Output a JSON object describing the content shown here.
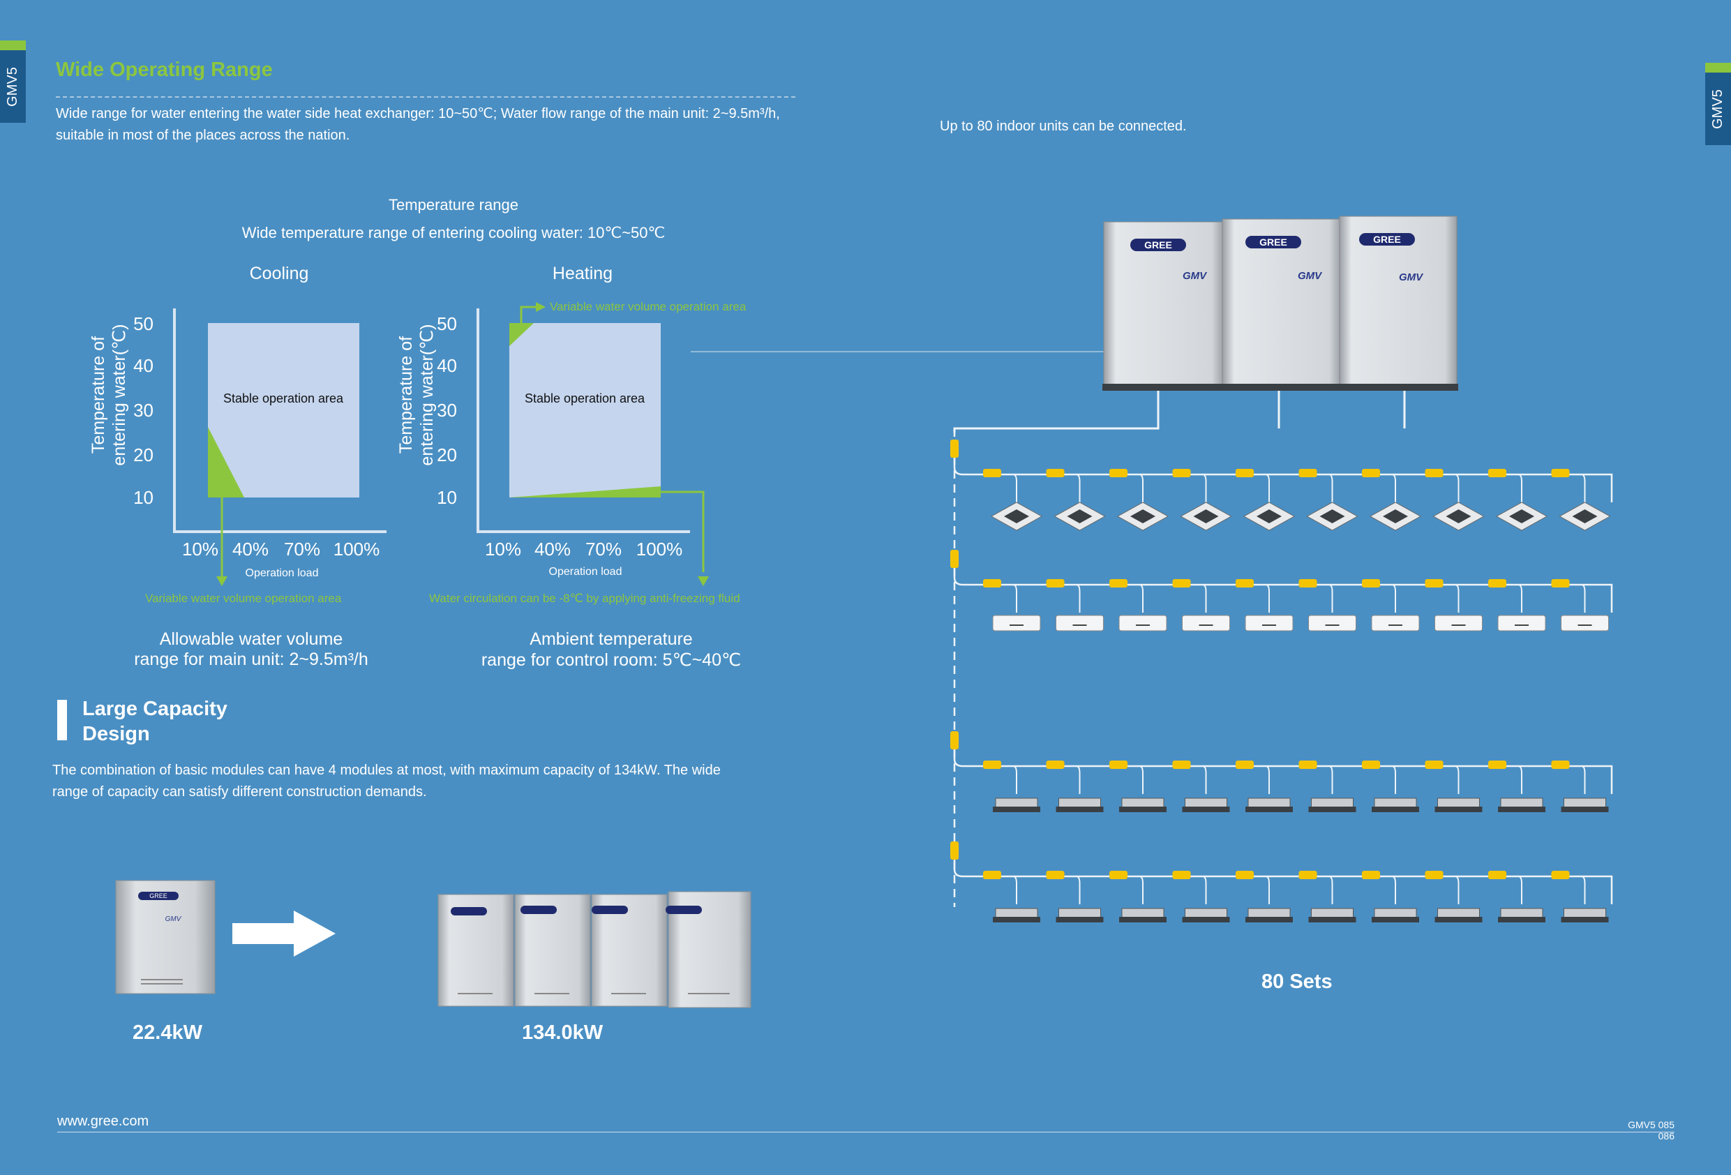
{
  "side_tab": "GMV5",
  "section1": {
    "title": "Wide Operating Range",
    "desc_line1": "Wide range for water entering the water side heat exchanger: 10~50℃; Water flow range of the main unit: 2~9.5m³/h,",
    "desc_line2": "suitable in most of the places across the nation."
  },
  "connect_note": "Up to 80 indoor units can be connected.",
  "temp": {
    "heading": "Temperature range",
    "subheading": "Wide temperature range of entering cooling water: 10℃~50℃"
  },
  "chart_data": [
    {
      "type": "area",
      "title": "Cooling",
      "ylabel": "Temperature of entering water(℃)",
      "xlabel": "Operation load",
      "y_ticks": [
        "50",
        "40",
        "30",
        "20",
        "10"
      ],
      "x_ticks": [
        "10%",
        "40%",
        "70%",
        "100%"
      ],
      "region_label": "Stable operation area",
      "annotation": "Variable water volume operation area",
      "caption_line1": "Allowable water volume",
      "caption_line2": "range for main unit: 2~9.5m³/h"
    },
    {
      "type": "area",
      "title": "Heating",
      "ylabel": "Temperature of entering water(℃)",
      "xlabel": "Operation load",
      "y_ticks": [
        "50",
        "40",
        "30",
        "20",
        "10"
      ],
      "x_ticks": [
        "10%",
        "40%",
        "70%",
        "100%"
      ],
      "region_label": "Stable operation area",
      "annotation_top": "Variable water volume operation area",
      "annotation_bottom": "Water circulation can be -8℃ by applying anti-freezing fluid",
      "caption_line1": "Ambient temperature",
      "caption_line2": "range for control room: 5℃~40℃"
    }
  ],
  "section2": {
    "title_line1": "Large Capacity",
    "title_line2": "Design",
    "desc_line1": "The combination of basic modules can have 4 modules at most, with maximum capacity of 134kW. The wide",
    "desc_line2": "range of capacity can satisfy different construction demands.",
    "cap_single": "22.4kW",
    "cap_combined": "134.0kW"
  },
  "unit_brand": "GREE",
  "unit_model": "GMV",
  "sets_label": "80 Sets",
  "footer": {
    "url": "www.gree.com",
    "page_line1": "GMV5 085",
    "page_line2": "086"
  },
  "colors": {
    "background": "#4a8fc3",
    "accent_green": "#8cc63f",
    "tab_blue": "#1d5a8c",
    "chart_fill": "#c5d5ee",
    "pipe_yellow": "#f5c400"
  }
}
